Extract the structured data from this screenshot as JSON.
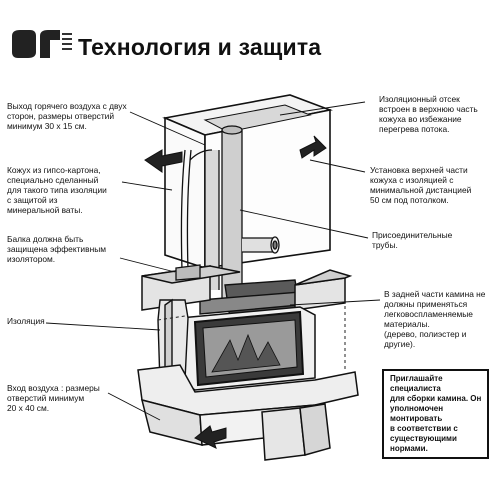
{
  "title": "Технология и защита",
  "labels": {
    "hot_air_outlet": "Выход горячего воздуха с двух\nсторон, размеры отверстий\nминимум 30 х 15 см.",
    "insulation_chamber": "Изоляционный отсек\nвстроен в верхнюю часть\nкожуха во избежание\nперегрева потока.",
    "gypsum_casing": "Кожух из гипсо-картона,\nспециально сделанный\nдля такого типа изоляции\nс защитой из\nминеральной ваты.",
    "upper_casing_install": "Установка верхней части\nкожуха с изоляцией с\nминимальной дистанцией\n50 см под потолком.",
    "connection_pipes": "Присоединительные\nтрубы.",
    "beam_protection": "Балка должна быть\nзащищена эффективным\nизолятором.",
    "rear_materials": "В задней части камина не\nдолжны применяться\nлегковоспламеняемые\nматериалы.\n(дерево, полиэстер и\nдругие).",
    "insulation": "Изоляция",
    "air_inlet": "Вход воздуха : размеры\nотверстий минимум\n20 х 40 см."
  },
  "note": "Приглашайте специалиста\nдля сборки камина. Он\nуполномочен монтировать\nв соответствии с\nсуществующими нормами."
}
